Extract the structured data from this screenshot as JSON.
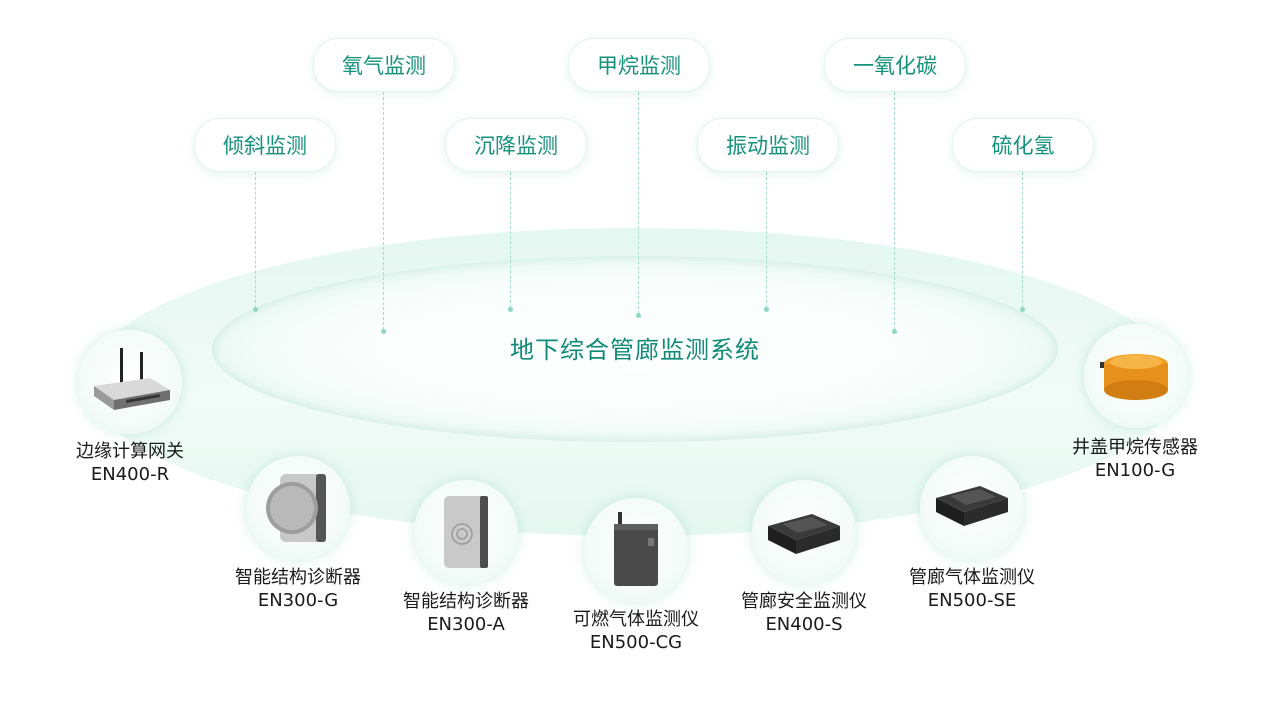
{
  "center_title": "地下综合管廊监测系统",
  "tags": [
    {
      "id": "oxygen",
      "label": "氧气监测"
    },
    {
      "id": "methane",
      "label": "甲烷监测"
    },
    {
      "id": "co",
      "label": "一氧化碳"
    },
    {
      "id": "tilt",
      "label": "倾斜监测"
    },
    {
      "id": "settlement",
      "label": "沉降监测"
    },
    {
      "id": "vibration",
      "label": "振动监测"
    },
    {
      "id": "h2s",
      "label": "硫化氢"
    }
  ],
  "devices": [
    {
      "id": "edge",
      "name": "边缘计算网关",
      "model": "EN400-R",
      "icon": "router-icon"
    },
    {
      "id": "sg",
      "name": "智能结构诊断器",
      "model": "EN300-G",
      "icon": "tilt-sensor-icon"
    },
    {
      "id": "sa",
      "name": "智能结构诊断器",
      "model": "EN300-A",
      "icon": "vibration-sensor-icon"
    },
    {
      "id": "cg",
      "name": "可燃气体监测仪",
      "model": "EN500-CG",
      "icon": "gas-detector-icon"
    },
    {
      "id": "s",
      "name": "管廊安全监测仪",
      "model": "EN400-S",
      "icon": "monitor-box-icon"
    },
    {
      "id": "se",
      "name": "管廊气体监测仪",
      "model": "EN500-SE",
      "icon": "monitor-box-icon"
    },
    {
      "id": "mh",
      "name": "井盖甲烷传感器",
      "model": "EN100-G",
      "icon": "manhole-sensor-icon"
    }
  ],
  "colors": {
    "accent": "#14927c",
    "ring": "#d4f0e5",
    "label": "#1a1a1a"
  }
}
